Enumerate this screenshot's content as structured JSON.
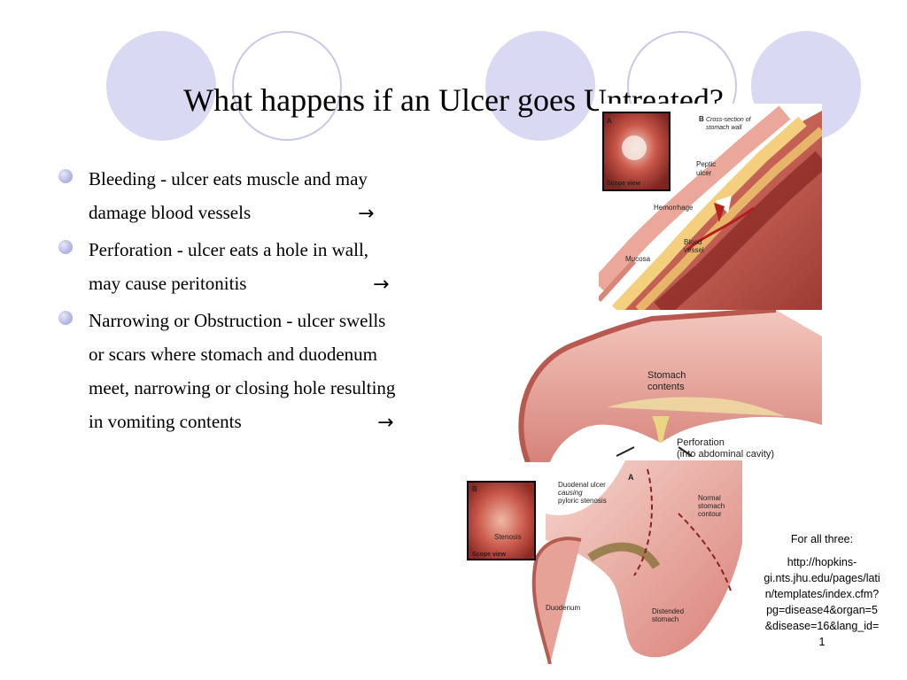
{
  "slide": {
    "title": "What happens if an Ulcer goes Untreated?",
    "bullets": [
      {
        "line1": "Bleeding - ulcer eats   muscle and may",
        "line2": "damage blood vessels"
      },
      {
        "line1": "Perforation - ulcer eats a hole in wall,",
        "line2": "may cause peritonitis"
      },
      {
        "line1": "Narrowing or Obstruction - ulcer  swells",
        "line2": "or scars where stomach and duodenum",
        "line3": "meet, narrowing or closing hole resulting",
        "line4": "in vomiting contents"
      }
    ],
    "arrow_glyph": "→"
  },
  "figure_top": {
    "panel_a": "A",
    "scope_view": "Scope view",
    "panel_b": "B",
    "cross_section": "Cross-section of",
    "cross_section2": "stomach wall",
    "peptic": "Peptic",
    "ulcer": "ulcer",
    "hemorrhage": "Hemorrhage",
    "blood": "Blood",
    "vessel": "vessel",
    "mucosa": "Mucosa"
  },
  "figure_middle": {
    "stomach": "Stomach",
    "contents": "contents",
    "perforation": "Perforation",
    "into_cavity": "(into abdominal cavity)"
  },
  "figure_bottom": {
    "panel_b": "B",
    "stenosis": "Stenosis",
    "scope_view": "Scope view",
    "duodenal_ulcer": "Duodenal ulcer",
    "causing": "causing",
    "pyloric": "pyloric stenosis",
    "panel_a": "A",
    "normal": "Normal",
    "stomach": "stomach",
    "contour": "contour",
    "duodenum": "Duodenum",
    "distended": "Distended",
    "stomach2": "stomach"
  },
  "caption": {
    "heading": "For all three:",
    "url_lines": [
      "http://hopkins-",
      "gi.nts.jhu.edu/pages/lati",
      "n/templates/index.cfm?",
      "pg=disease4&organ=5",
      "&disease=16&lang_id=",
      "1"
    ]
  }
}
